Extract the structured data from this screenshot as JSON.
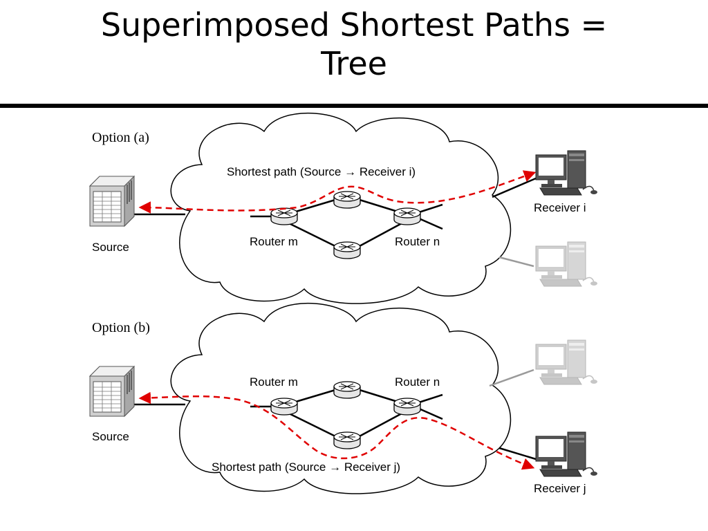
{
  "slide": {
    "title_line1": "Superimposed Shortest Paths =",
    "title_line2": "Tree"
  },
  "colors": {
    "path": "#e00000",
    "link": "#000000",
    "inactive": "#9a9a9a"
  },
  "option_a": {
    "label": "Option (a)",
    "source_label": "Source",
    "router_m_label": "Router m",
    "router_n_label": "Router n",
    "receiver_label": "Receiver i",
    "path_label": "Shortest path (Source → Receiver i)"
  },
  "option_b": {
    "label": "Option (b)",
    "source_label": "Source",
    "router_m_label": "Router m",
    "router_n_label": "Router n",
    "receiver_label": "Receiver j",
    "path_label": "Shortest path (Source → Receiver j)"
  }
}
